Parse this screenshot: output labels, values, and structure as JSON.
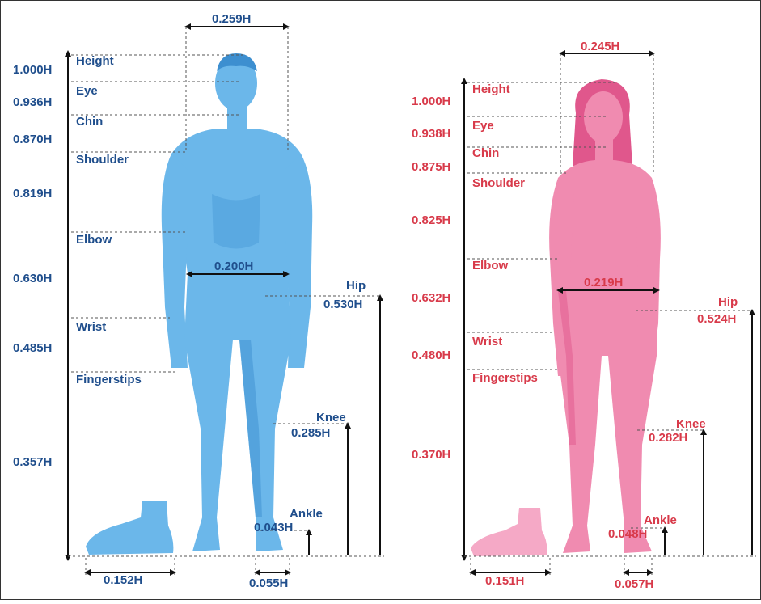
{
  "colors": {
    "male_label": "#1f4e8c",
    "female_label": "#d83a4a",
    "male_body": "#6bb7ea",
    "male_body_dark": "#3d8fd0",
    "female_body": "#f08bb0",
    "female_body_dark": "#e0578c"
  },
  "male": {
    "left_ratios": [
      "1.000H",
      "0.936H",
      "0.870H",
      "0.819H",
      "0.630H",
      "0.485H",
      "0.357H"
    ],
    "landmarks": [
      "Height",
      "Eye",
      "Chin",
      "Shoulder",
      "Elbow",
      "Wrist",
      "Fingerstips"
    ],
    "head_width": "0.259H",
    "hip_width": "0.200H",
    "hip_label": "Hip",
    "hip_height": "0.530H",
    "knee_label": "Knee",
    "knee_height": "0.285H",
    "ankle_label": "Ankle",
    "ankle_height": "0.043H",
    "foot_length": "0.152H",
    "foot_width": "0.055H"
  },
  "female": {
    "left_ratios": [
      "1.000H",
      "0.938H",
      "0.875H",
      "0.825H",
      "0.632H",
      "0.480H",
      "0.370H"
    ],
    "landmarks": [
      "Height",
      "Eye",
      "Chin",
      "Shoulder",
      "Elbow",
      "Wrist",
      "Fingerstips"
    ],
    "head_width": "0.245H",
    "hip_width": "0.219H",
    "hip_label": "Hip",
    "hip_height": "0.524H",
    "knee_label": "Knee",
    "knee_height": "0.282H",
    "ankle_label": "Ankle",
    "ankle_height": "0.048H",
    "foot_length": "0.151H",
    "foot_width": "0.057H"
  }
}
